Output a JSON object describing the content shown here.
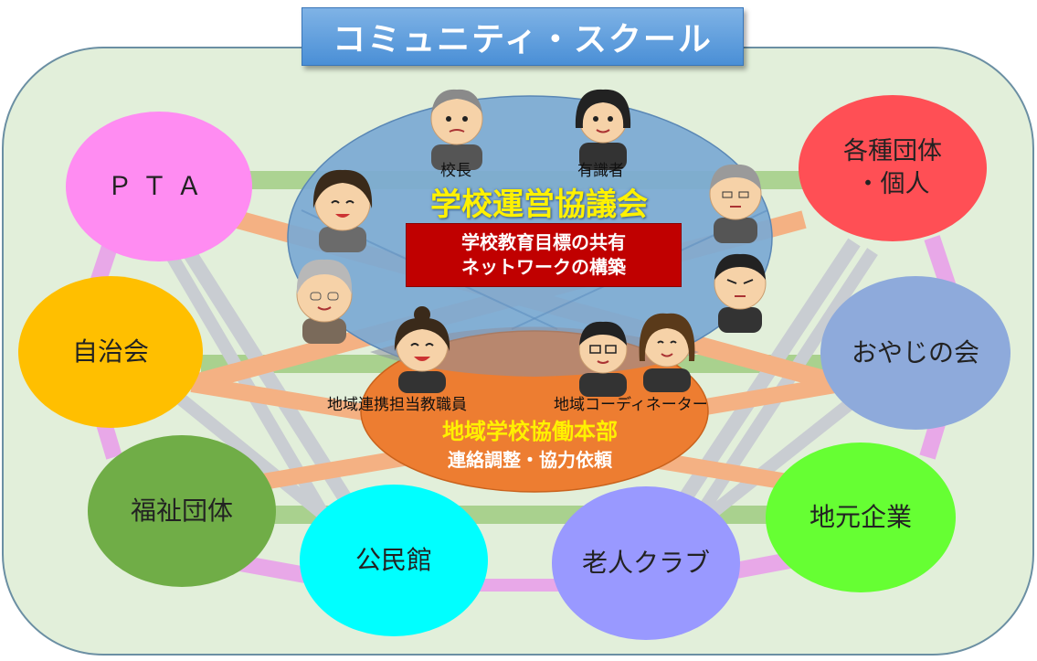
{
  "title": "コミュニティ・スクール",
  "council": {
    "title": "学校運営協議会",
    "box_line1": "学校教育目標の共有",
    "box_line2": "ネットワークの構築",
    "people": {
      "principal": "校長",
      "expert": "有識者"
    }
  },
  "hq": {
    "title": "地域学校協働本部",
    "subtitle": "連絡調整・協力依頼",
    "people": {
      "teacher": "地域連携担当教職員",
      "coordinator": "地域コーディネーター"
    }
  },
  "nodes": {
    "pta": {
      "label": "ＰＴＡ",
      "color": "#ff8cf2"
    },
    "groups": {
      "label": "各種団体\n・個人",
      "color": "#ff4f55"
    },
    "jichikai": {
      "label": "自治会",
      "color": "#ffbf00"
    },
    "oyaji": {
      "label": "おやじの会",
      "color": "#8eaadb"
    },
    "fukushi": {
      "label": "福祉団体",
      "color": "#70ad47"
    },
    "jimoto": {
      "label": "地元企業",
      "color": "#66ff33"
    },
    "kominkan": {
      "label": "公民館",
      "color": "#00ffff"
    },
    "rojin": {
      "label": "老人クラブ",
      "color": "#9999ff"
    }
  },
  "colors": {
    "background_panel": "#e2efda",
    "panel_border": "#6b8fa3",
    "council_fill": "#7ba9d4",
    "hq_fill": "#ed7d31",
    "band_green": "#a9d18e",
    "band_salmon": "#f4b183",
    "band_pink": "#e8a8e8",
    "band_gray": "#c9cdd2"
  }
}
